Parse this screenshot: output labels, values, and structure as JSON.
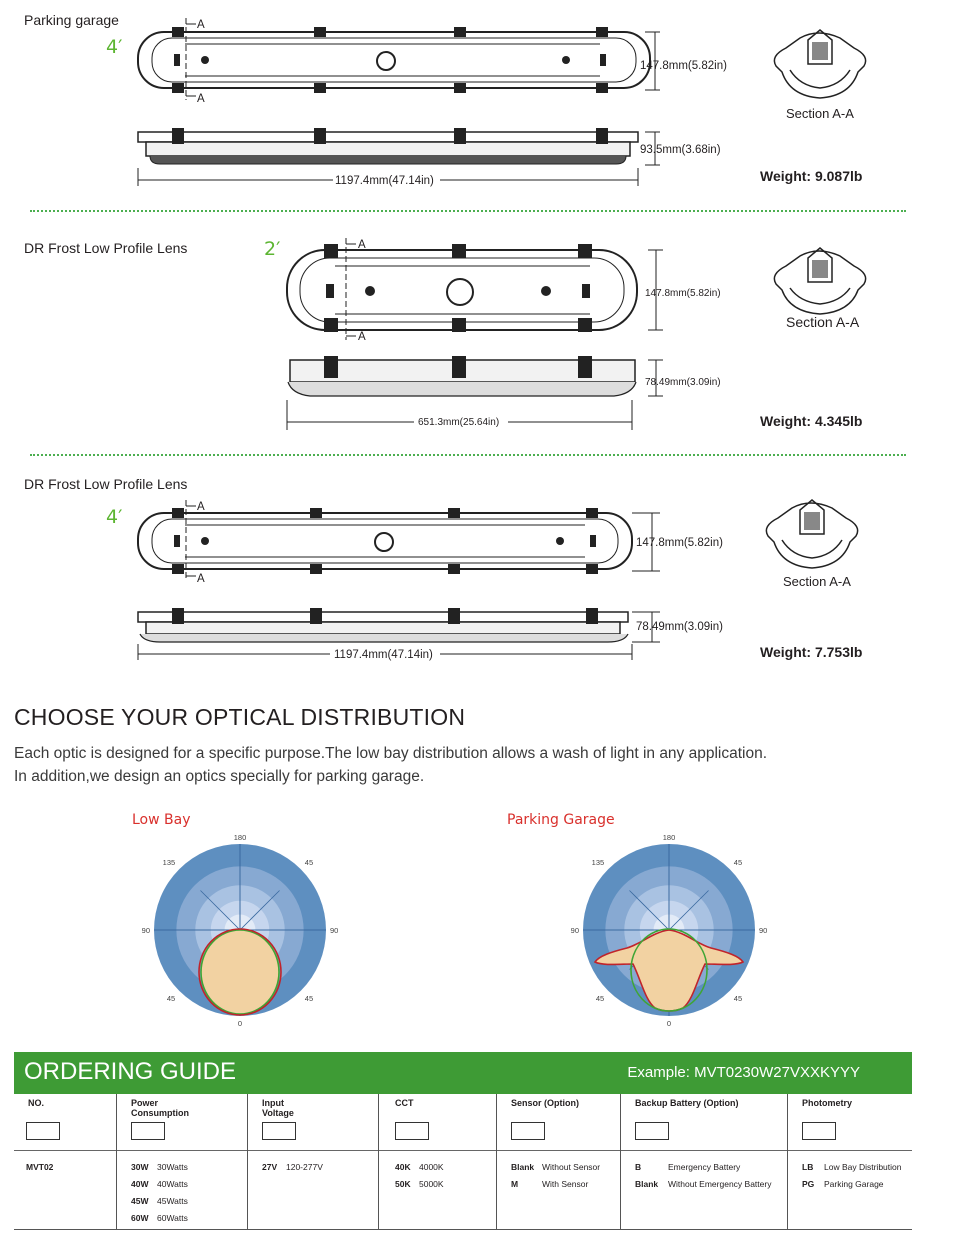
{
  "sections": [
    {
      "title": "Parking garage",
      "size": "4′",
      "section_marker": "A",
      "height_dim": "147.8mm(5.82in)",
      "depth_dim": "93.5mm(3.68in)",
      "length_dim": "1197.4mm(47.14in)",
      "section_label": "Section A-A",
      "weight": "Weight:  9.087lb"
    },
    {
      "title": "DR Frost Low Profile Lens",
      "size": "2′",
      "section_marker": "A",
      "height_dim": "147.8mm(5.82in)",
      "depth_dim": "78.49mm(3.09in)",
      "length_dim": "651.3mm(25.64in)",
      "section_label": "Section A-A",
      "weight": "Weight:  4.345lb"
    },
    {
      "title": "DR Frost Low Profile Lens",
      "size": "4′",
      "section_marker": "A",
      "height_dim": "147.8mm(5.82in)",
      "depth_dim": "78.49mm(3.09in)",
      "length_dim": "1197.4mm(47.14in)",
      "section_label": "Section A-A",
      "weight": "Weight:  7.753lb"
    }
  ],
  "optics": {
    "title": "CHOOSE  YOUR OPTICAL DISTRIBUTION",
    "desc_line1": "Each optic is designed for a specific purpose.The low bay distribution allows a wash of light in any application.",
    "desc_line2": "In addition,we design an optics specially for parking garage.",
    "charts": [
      {
        "label": "Low Bay",
        "ticks": {
          "top": "180",
          "upper_left": "135",
          "upper_right": "45",
          "left": "90",
          "right": "90",
          "lower_left": "45",
          "lower_right": "45",
          "bottom": "0"
        }
      },
      {
        "label": "Parking Garage",
        "ticks": {
          "top": "180",
          "upper_left": "135",
          "upper_right": "45",
          "left": "90",
          "right": "90",
          "lower_left": "45",
          "lower_right": "45",
          "bottom": "0"
        }
      }
    ],
    "colors": {
      "ring_outer": "#5e8fc0",
      "ring_2": "#87a9d2",
      "ring_3": "#a9c2e2",
      "ring_4": "#c6d6ee",
      "ring_inner": "#e3ebf7",
      "fill": "#f2d2a2",
      "curve_red": "#c0242b",
      "curve_green": "#3fa535"
    }
  },
  "ordering": {
    "title": "ORDERING GUIDE",
    "example": "Example: MVT0230W27VXXKYYY",
    "columns": [
      {
        "head": "NO.",
        "entries": [
          {
            "code": "MVT02",
            "desc": ""
          }
        ]
      },
      {
        "head": "Power\nConsumption",
        "entries": [
          {
            "code": "30W",
            "desc": "30Watts"
          },
          {
            "code": "40W",
            "desc": "40Watts"
          },
          {
            "code": "45W",
            "desc": "45Watts"
          },
          {
            "code": "60W",
            "desc": "60Watts"
          }
        ]
      },
      {
        "head": "Input\nVoltage",
        "entries": [
          {
            "code": "27V",
            "desc": "120-277V"
          }
        ]
      },
      {
        "head": "CCT",
        "entries": [
          {
            "code": "40K",
            "desc": "4000K"
          },
          {
            "code": "50K",
            "desc": "5000K"
          }
        ]
      },
      {
        "head": "Sensor (Option)",
        "entries": [
          {
            "code": "Blank",
            "desc": "Without Sensor"
          },
          {
            "code": "M",
            "desc": "With Sensor"
          }
        ]
      },
      {
        "head": "Backup Battery (Option)",
        "entries": [
          {
            "code": "B",
            "desc": "Emergency Battery"
          },
          {
            "code": "Blank",
            "desc": "Without Emergency Battery"
          }
        ]
      },
      {
        "head": "Photometry",
        "entries": [
          {
            "code": "LB",
            "desc": "Low Bay Distribution"
          },
          {
            "code": "PG",
            "desc": "Parking Garage"
          }
        ]
      }
    ]
  }
}
